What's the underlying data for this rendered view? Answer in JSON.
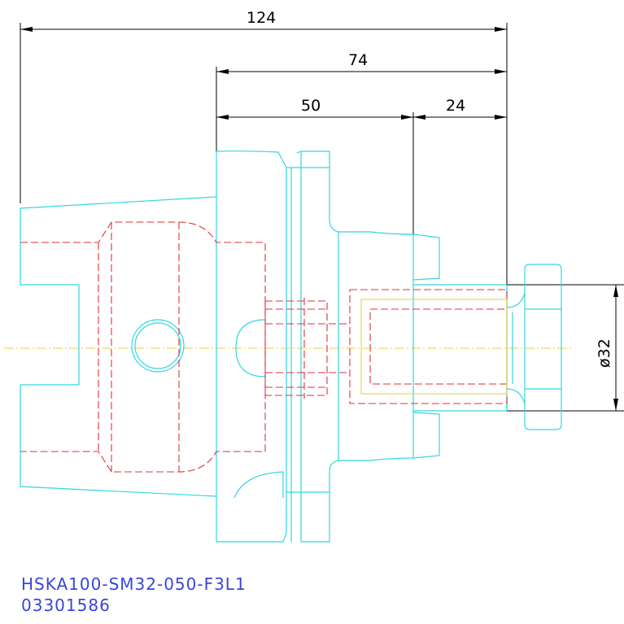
{
  "dimensions": {
    "overall_length": "124",
    "length_74": "74",
    "length_50": "50",
    "length_24": "24",
    "diameter": "ø32"
  },
  "title_block": {
    "part_name": "HSKA100-SM32-050-F3L1",
    "part_number": "03301586"
  },
  "colors": {
    "outline": "#33d6e0",
    "hidden_lines": "#e0303a",
    "centerline": "#e6d24a",
    "dimensions": "#000000",
    "caption_text": "#3a45d8"
  }
}
